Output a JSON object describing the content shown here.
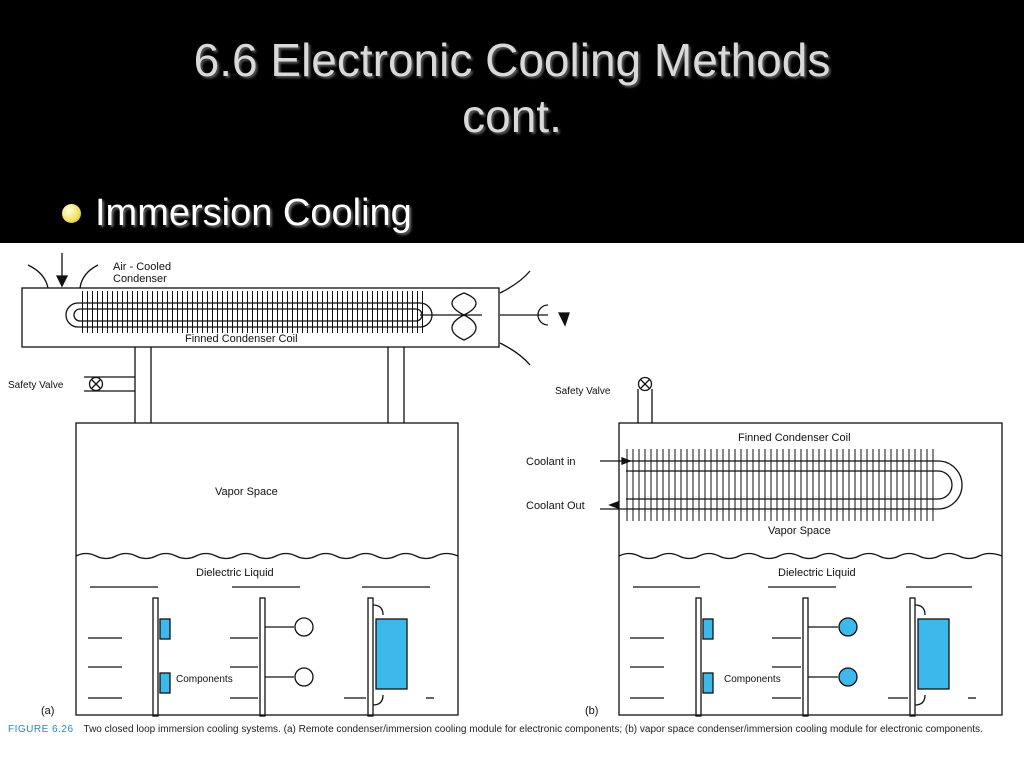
{
  "slide": {
    "title_line1": "6.6 Electronic Cooling Methods",
    "title_line2": "cont.",
    "bullet": "Immersion Cooling"
  },
  "figure": {
    "a": {
      "label": "(a)",
      "air_cooled_condenser_1": "Air - Cooled",
      "air_cooled_condenser_2": "Condenser",
      "finned_condenser_coil": "Finned Condenser Coil",
      "safety_valve": "Safety Valve",
      "vapor_space": "Vapor Space",
      "dielectric_liquid": "Dielectric Liquid",
      "components": "Components"
    },
    "b": {
      "label": "(b)",
      "safety_valve": "Safety Valve",
      "finned_condenser_coil": "Finned Condenser Coil",
      "coolant_in": "Coolant in",
      "coolant_out": "Coolant Out",
      "vapor_space": "Vapor Space",
      "dielectric_liquid": "Dielectric Liquid",
      "components": "Components"
    },
    "caption_number": "FIGURE 6.26",
    "caption_text": "Two closed loop immersion cooling systems. (a) Remote condenser/immersion cooling module for electronic components; (b) vapor space condenser/immersion cooling module for electronic components.",
    "colors": {
      "component_fill": "#3db8ea",
      "caption_accent": "#2a86c4"
    }
  }
}
